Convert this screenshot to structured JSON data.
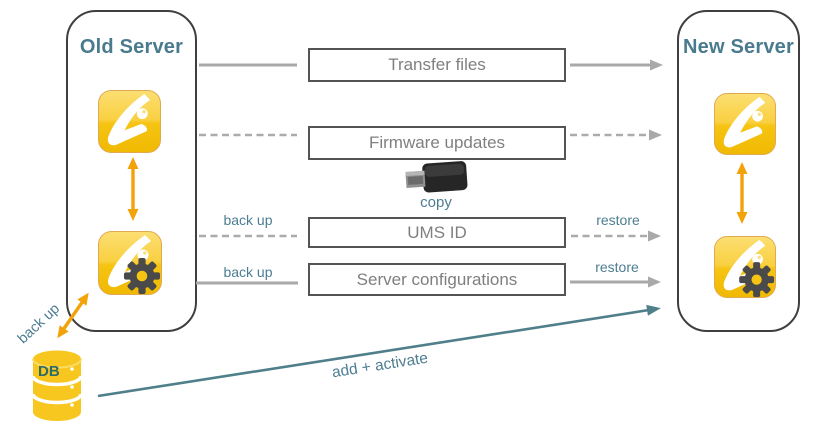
{
  "diagram": {
    "old_server": {
      "title": "Old Server"
    },
    "new_server": {
      "title": "New Server"
    },
    "rows": [
      {
        "label": "Transfer files",
        "line_style": "solid"
      },
      {
        "label": "Firmware updates",
        "line_style": "dashed"
      },
      {
        "label": "UMS ID",
        "line_style": "dashed",
        "left_label": "back up",
        "right_label": "restore"
      },
      {
        "label": "Server configurations",
        "line_style": "solid",
        "left_label": "back up",
        "right_label": "restore"
      }
    ],
    "usb": {
      "caption": "copy"
    },
    "database": {
      "label": "DB",
      "arrow_label": "back up"
    },
    "migration_arrow": {
      "label": "add + activate"
    }
  },
  "icons": {
    "ums_app": "igel-ums-app-icon",
    "ums_config": "igel-ums-config-gear-icon",
    "usb": "usb-stick-icon",
    "database": "database-cylinder-icon",
    "sync_arrow": "orange-double-arrow-icon"
  },
  "colors": {
    "teal_text": "#4C7D92",
    "teal_arrow": "#4E7F8B",
    "title_teal": "#4A7A8E",
    "orange": "#F2A30A",
    "yellow": "#F6C413",
    "gray_line": "#A9A9A9",
    "box_border": "#545454",
    "box_text": "#7F7F7F",
    "server_border": "#3F3F3F",
    "gear_gray": "#4A4A4A"
  }
}
